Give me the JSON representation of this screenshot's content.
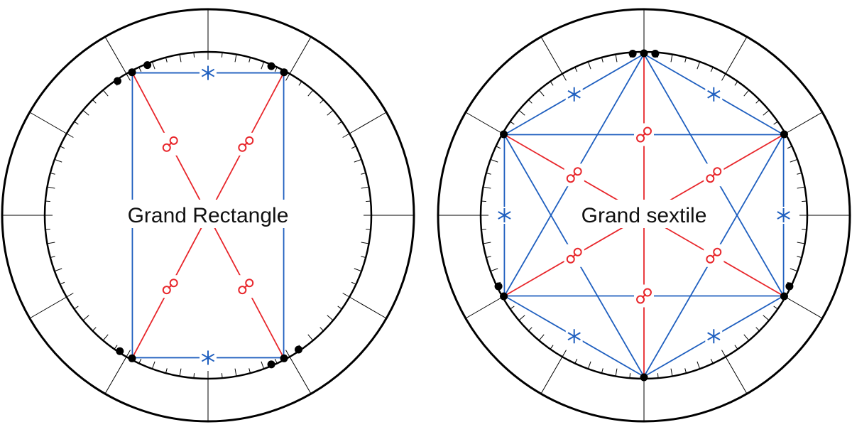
{
  "colors": {
    "ring": "#000000",
    "harmonious": "#1f5fbf",
    "opposition": "#e8262b",
    "planet": "#000000",
    "background": "#ffffff"
  },
  "symbols": {
    "sextile": "sextile-glyph",
    "trine": "trine-glyph",
    "opposition": "opposition-glyph"
  },
  "charts": [
    {
      "id": "grand-rectangle",
      "title": "Grand Rectangle",
      "planets": [
        {
          "angle": 118,
          "offset": 0
        },
        {
          "angle": 118,
          "offset": 6
        },
        {
          "angle": 118,
          "offset": -6
        },
        {
          "angle": 62,
          "offset": 0
        },
        {
          "angle": 62,
          "offset": 5
        },
        {
          "angle": 242,
          "offset": 0
        },
        {
          "angle": 242,
          "offset": -5
        },
        {
          "angle": 298,
          "offset": 0
        },
        {
          "angle": 298,
          "offset": -5
        },
        {
          "angle": 298,
          "offset": 6
        }
      ],
      "corners": [
        118,
        62,
        298,
        242
      ],
      "aspects": [
        {
          "from": 118,
          "to": 62,
          "kind": "sextile"
        },
        {
          "from": 242,
          "to": 298,
          "kind": "sextile"
        },
        {
          "from": 118,
          "to": 242,
          "kind": "trine"
        },
        {
          "from": 62,
          "to": 298,
          "kind": "trine"
        },
        {
          "from": 118,
          "to": 298,
          "kind": "opposition"
        },
        {
          "from": 62,
          "to": 242,
          "kind": "opposition"
        }
      ]
    },
    {
      "id": "grand-sextile",
      "title": "Grand sextile",
      "planets": [
        {
          "angle": 90,
          "offset": 0
        },
        {
          "angle": 90,
          "offset": 4
        },
        {
          "angle": 90,
          "offset": -4
        },
        {
          "angle": 30,
          "offset": 0
        },
        {
          "angle": 150,
          "offset": 0
        },
        {
          "angle": 210,
          "offset": 0
        },
        {
          "angle": 210,
          "offset": -4
        },
        {
          "angle": 270,
          "offset": 0
        },
        {
          "angle": 330,
          "offset": 0
        },
        {
          "angle": 330,
          "offset": 4
        }
      ],
      "corners": [
        90,
        30,
        330,
        270,
        210,
        150
      ],
      "aspects": [
        {
          "from": 90,
          "to": 30,
          "kind": "sextile"
        },
        {
          "from": 30,
          "to": 330,
          "kind": "sextile"
        },
        {
          "from": 330,
          "to": 270,
          "kind": "sextile"
        },
        {
          "from": 270,
          "to": 210,
          "kind": "sextile"
        },
        {
          "from": 210,
          "to": 150,
          "kind": "sextile"
        },
        {
          "from": 150,
          "to": 90,
          "kind": "sextile"
        },
        {
          "from": 90,
          "to": 330,
          "kind": "trine"
        },
        {
          "from": 330,
          "to": 210,
          "kind": "trine"
        },
        {
          "from": 210,
          "to": 90,
          "kind": "trine"
        },
        {
          "from": 30,
          "to": 270,
          "kind": "trine"
        },
        {
          "from": 270,
          "to": 150,
          "kind": "trine"
        },
        {
          "from": 150,
          "to": 30,
          "kind": "trine"
        },
        {
          "from": 90,
          "to": 270,
          "kind": "opposition"
        },
        {
          "from": 30,
          "to": 210,
          "kind": "opposition"
        },
        {
          "from": 150,
          "to": 330,
          "kind": "opposition"
        }
      ]
    }
  ]
}
